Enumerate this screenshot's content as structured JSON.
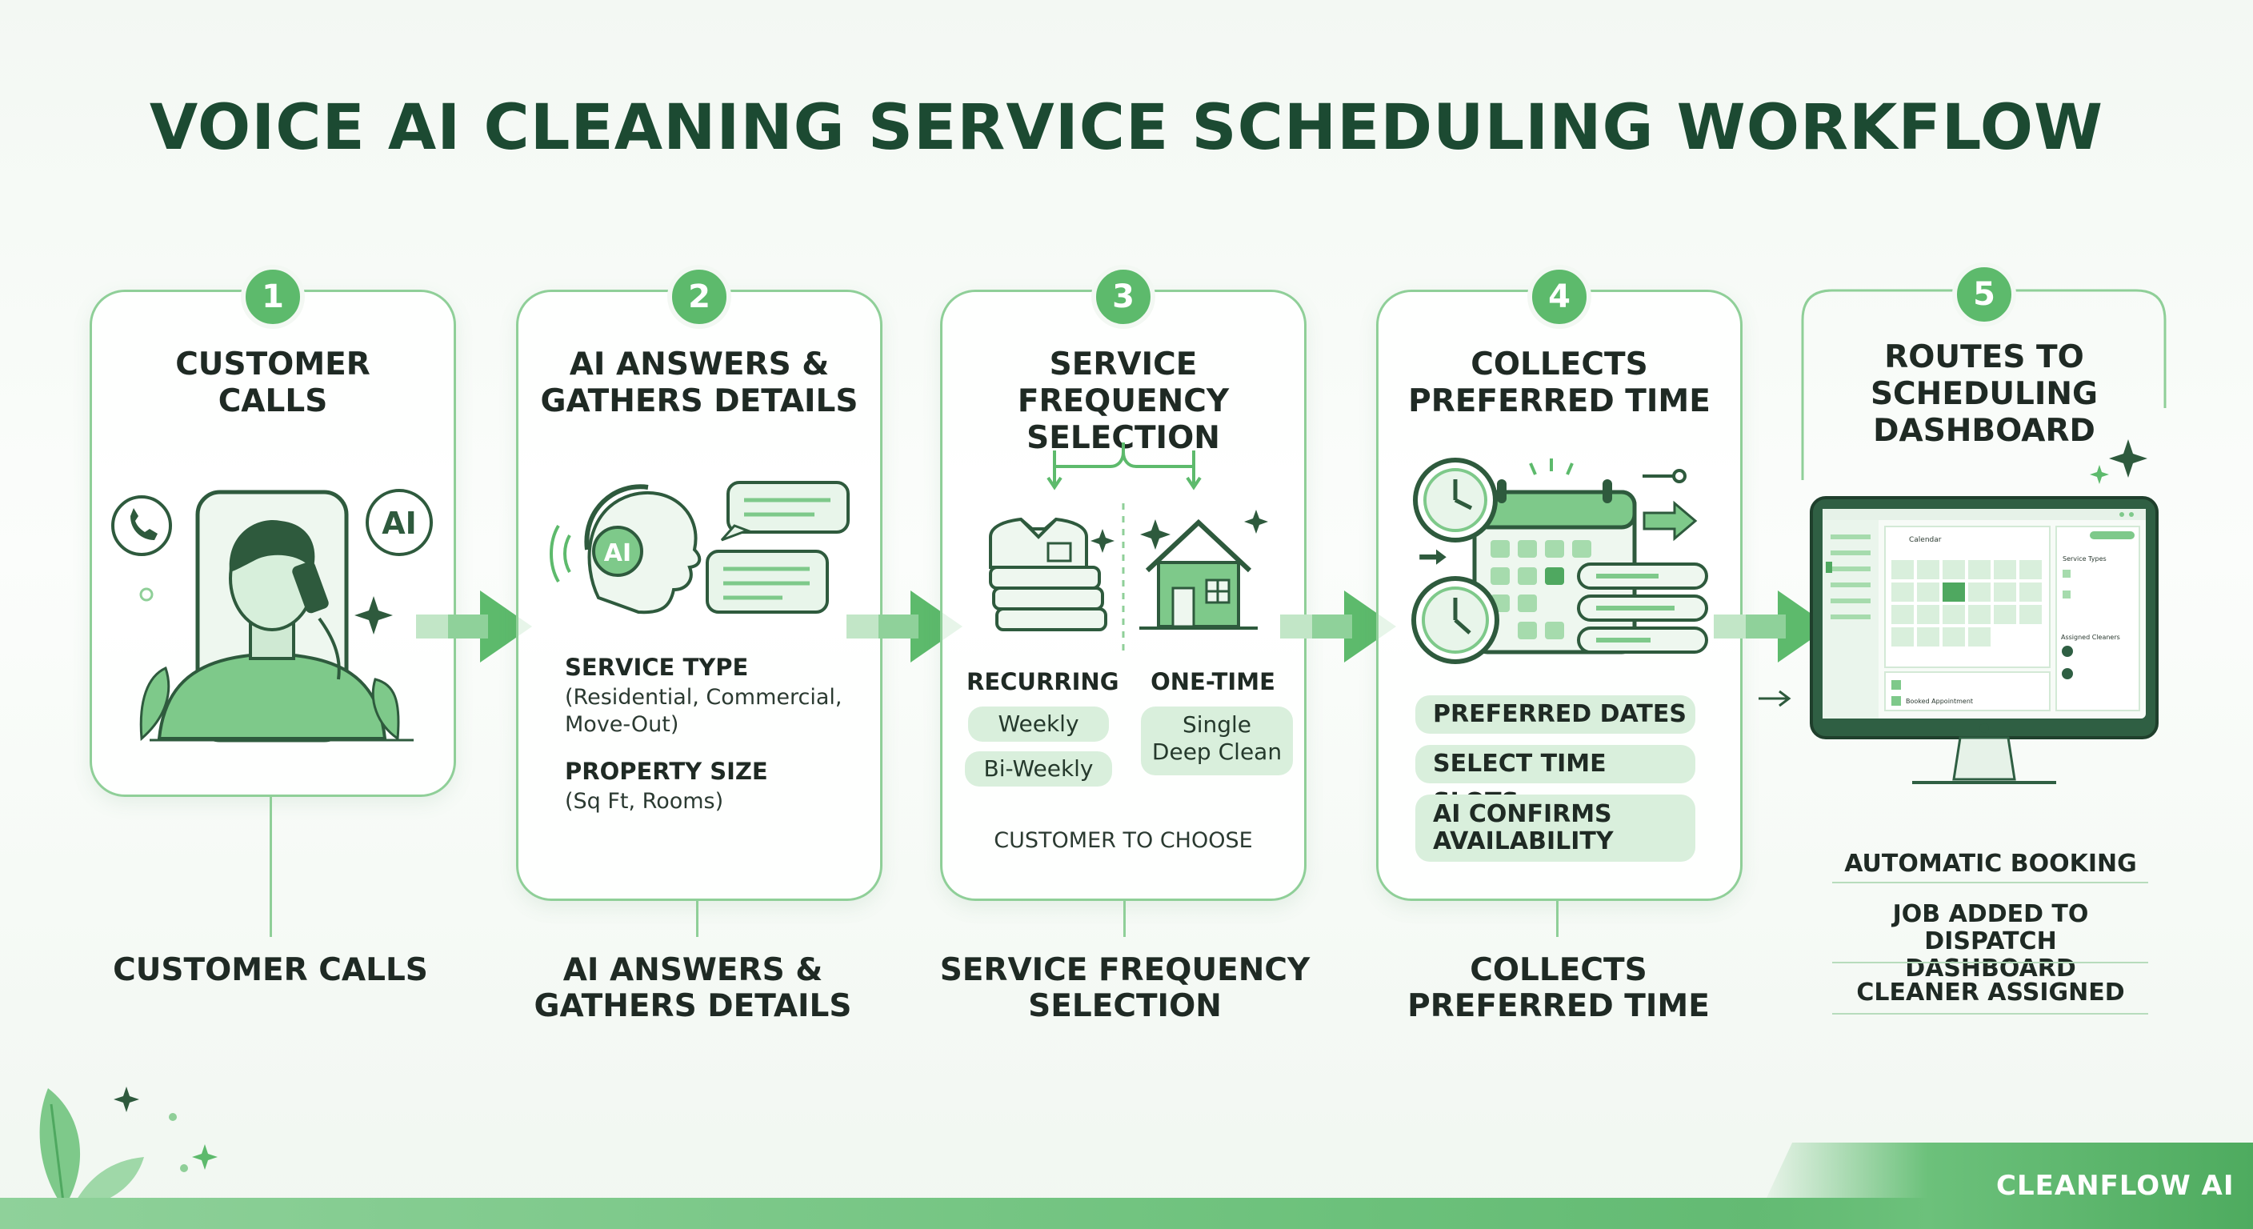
{
  "title": "VOICE AI CLEANING SERVICE SCHEDULING WORKFLOW",
  "steps": [
    {
      "number": "1",
      "title": "CUSTOMER\nCALLS",
      "bottom_label": "CUSTOMER CALLS",
      "icon": "phone-call-icon"
    },
    {
      "number": "2",
      "title": "AI ANSWERS &\nGATHERS DETAILS",
      "bottom_label": "AI ANSWERS &\nGATHERS DETAILS",
      "icon": "ai-head-icon",
      "details": [
        {
          "heading": "SERVICE TYPE",
          "text": "(Residential, Commercial,\nMove-Out)"
        },
        {
          "heading": "PROPERTY SIZE",
          "text": "(Sq Ft, Rooms)"
        }
      ]
    },
    {
      "number": "3",
      "title": "SERVICE FREQUENCY\nSELECTION",
      "bottom_label": "SERVICE FREQUENCY\nSELECTION",
      "icon": "house-icon",
      "recurring": {
        "label": "RECURRING",
        "options": [
          "Weekly",
          "Bi-Weekly"
        ]
      },
      "one_time": {
        "label": "ONE-TIME",
        "options": [
          "Single\nDeep Clean"
        ]
      },
      "footer": "CUSTOMER TO CHOOSE"
    },
    {
      "number": "4",
      "title": "COLLECTS\nPREFERRED TIME",
      "bottom_label": "COLLECTS\nPREFERRED TIME",
      "icon": "calendar-clock-icon",
      "items": [
        "PREFERRED DATES",
        "SELECT TIME SLOTS",
        "AI CONFIRMS\nAVAILABILITY"
      ]
    },
    {
      "number": "5",
      "title": "ROUTES TO\nSCHEDULING\nDASHBOARD",
      "icon": "monitor-dashboard-icon",
      "dashboard": {
        "calendar": "Calendar",
        "service_types": "Service Types",
        "assigned_cleaners": "Assigned Cleaners",
        "booked": "Booked Appointment"
      },
      "results": [
        "AUTOMATIC BOOKING",
        "JOB ADDED TO DISPATCH\nDASHBOARD",
        "CLEANER ASSIGNED"
      ]
    }
  ],
  "brand": {
    "name": "CLEANFLOW AI"
  },
  "colors": {
    "accent": "#5dba6c",
    "border": "#8fcf98",
    "pill": "#d9efdc",
    "title": "#1c4a32"
  }
}
